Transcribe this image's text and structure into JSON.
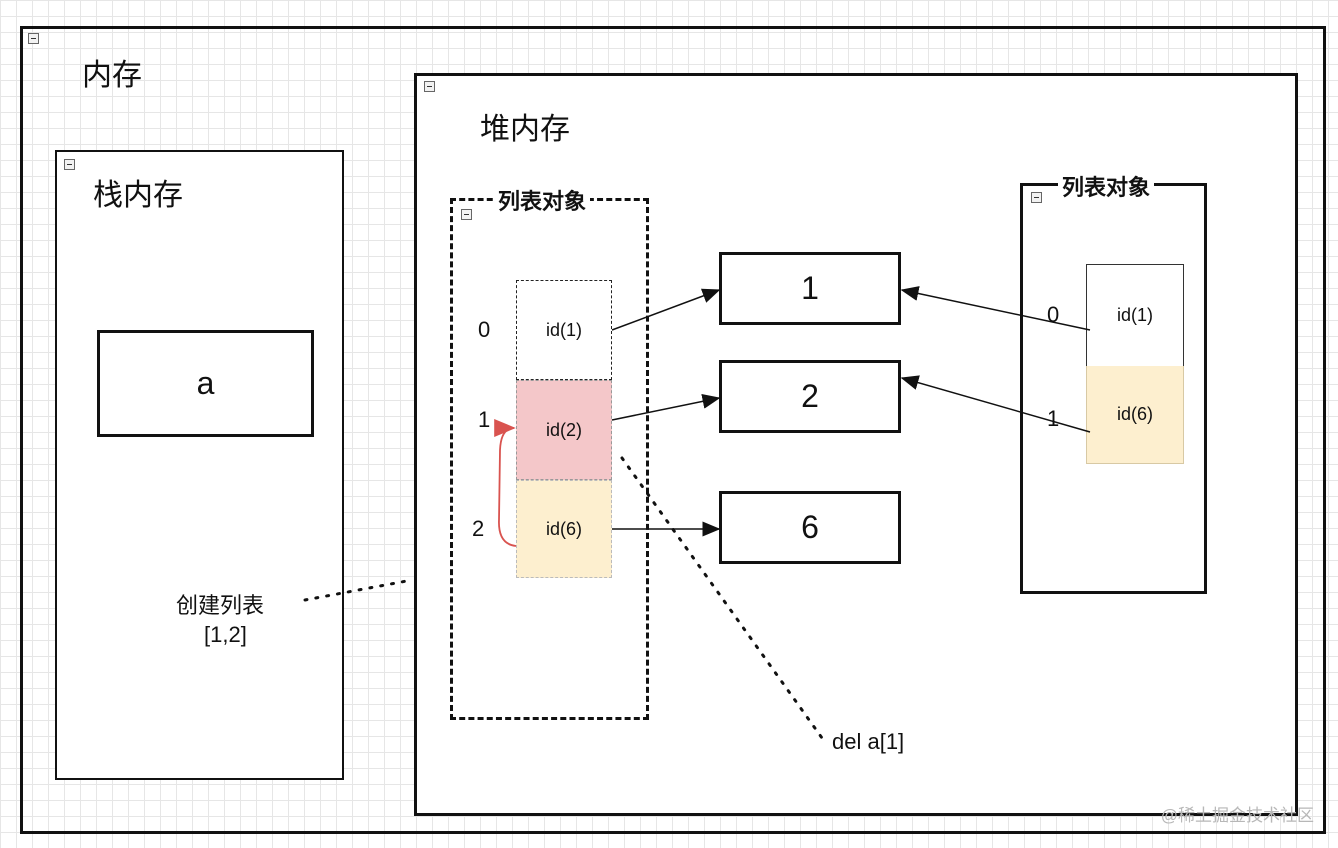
{
  "memory": {
    "title": "内存"
  },
  "stack": {
    "title": "栈内存",
    "variable": "a"
  },
  "heap": {
    "title": "堆内存"
  },
  "left_list": {
    "title": "列表对象",
    "indices": [
      "0",
      "1",
      "2"
    ],
    "cells": [
      "id(1)",
      "id(2)",
      "id(6)"
    ]
  },
  "values": [
    "1",
    "2",
    "6"
  ],
  "right_list": {
    "title": "列表对象",
    "indices": [
      "0",
      "1"
    ],
    "cells": [
      "id(1)",
      "id(6)"
    ]
  },
  "annotations": {
    "create_line1": "创建列表",
    "create_line2": "[1,2]",
    "delete": "del a[1]"
  },
  "watermark": "@稀土掘金技术社区",
  "colors": {
    "deleted_cell": "#f4c7c9",
    "moved_cell": "#fdefcf",
    "move_arrow": "#d9534f"
  }
}
